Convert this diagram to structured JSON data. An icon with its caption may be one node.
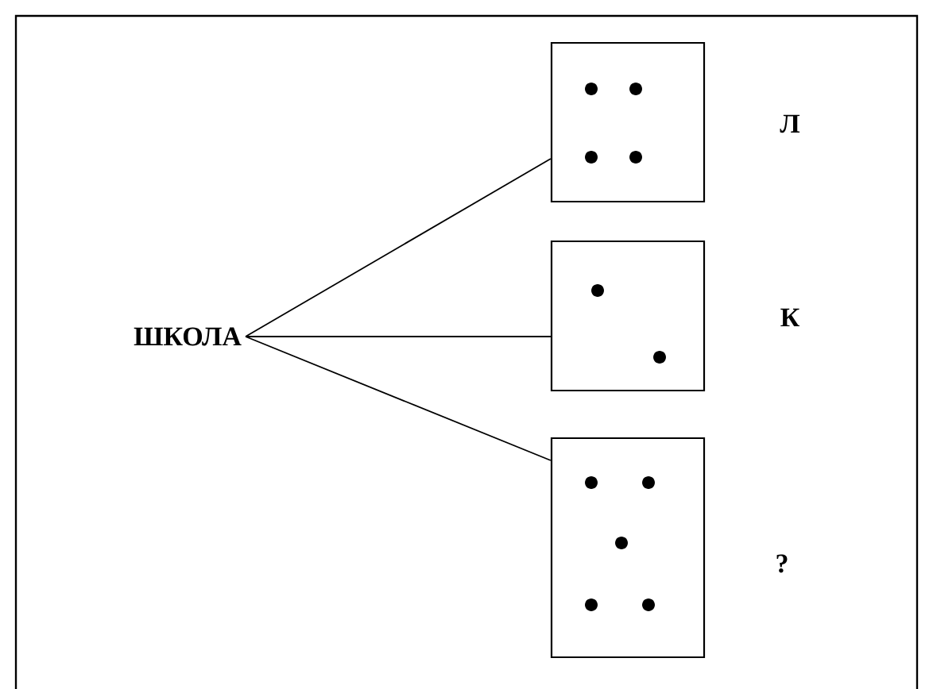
{
  "diagram": {
    "nodes": [
      {
        "text": [
          "ШКОЛА"
        ]
      },
      {
        "text": [],
        "shape": "box",
        "beside": [
          "Л"
        ]
      },
      {
        "text": [],
        "shape": "box",
        "beside": [
          "К"
        ]
      },
      {
        "text": [],
        "shape": "box",
        "beside": [
          "?"
        ]
      }
    ],
    "edges": [
      {
        "from": 0,
        "to": 1,
        "arrow": "none"
      },
      {
        "from": 0,
        "to": 2,
        "arrow": "none"
      },
      {
        "from": 0,
        "to": 3,
        "arrow": "none"
      }
    ]
  }
}
